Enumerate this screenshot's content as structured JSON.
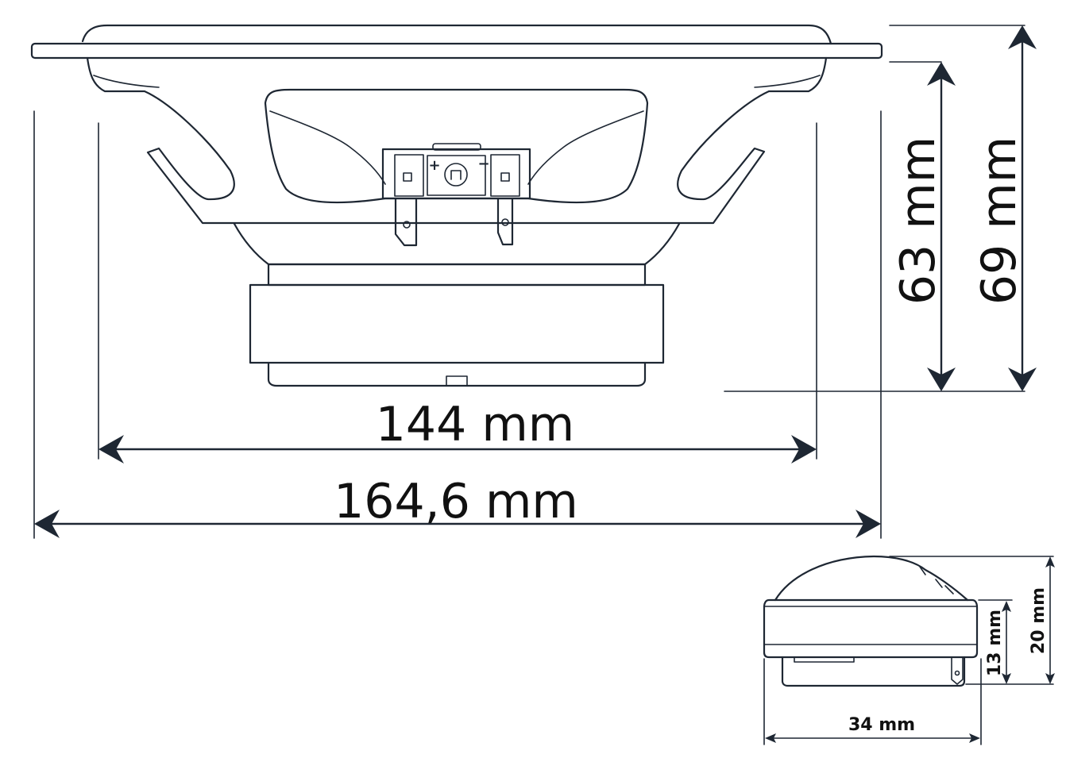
{
  "woofer": {
    "outer_diameter": "164,6 mm",
    "cutout_diameter": "144 mm",
    "mount_depth": "63 mm",
    "total_depth": "69 mm",
    "terminal_plus": "+",
    "terminal_minus": "−"
  },
  "tweeter": {
    "width": "34 mm",
    "body_height": "13 mm",
    "total_height": "20 mm"
  }
}
